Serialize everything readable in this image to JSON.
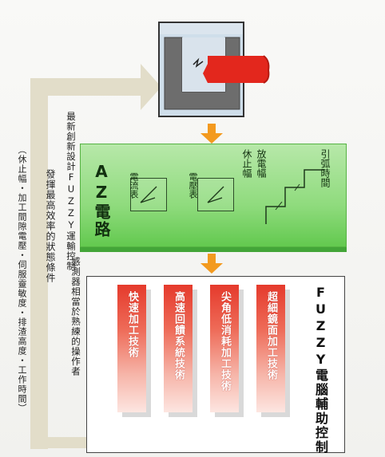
{
  "feedback": {
    "line1": "發揮最高效率的狀態條件",
    "line2": "（休止幅・加工間隙電壓・伺服靈敏度・排渣高度・工作時間）"
  },
  "operator_note": "感測器相當於熟練的操作者",
  "redesign_note": "最新創新設計FUZZY運輸控制",
  "az_circuit": {
    "title": "AZ電路",
    "voltmeter_label": "電壓表",
    "ammeter_label": "電流表",
    "arc_time_label": "引弧時間",
    "discharge_width_label": "放電幅",
    "rest_width_label": "休止幅"
  },
  "fuzzy_box": {
    "title": "FUZZY電腦輔助控制",
    "techniques": [
      "超細鏡面加工技術",
      "尖角低消耗加工技術",
      "高速回饋系統技術",
      "快速加工技術"
    ]
  },
  "colors": {
    "accent_red": "#e3271d",
    "panel_green": "#7fd46b",
    "arrow_orange": "#f39a1f",
    "loop_beige": "#e2ddc9"
  }
}
